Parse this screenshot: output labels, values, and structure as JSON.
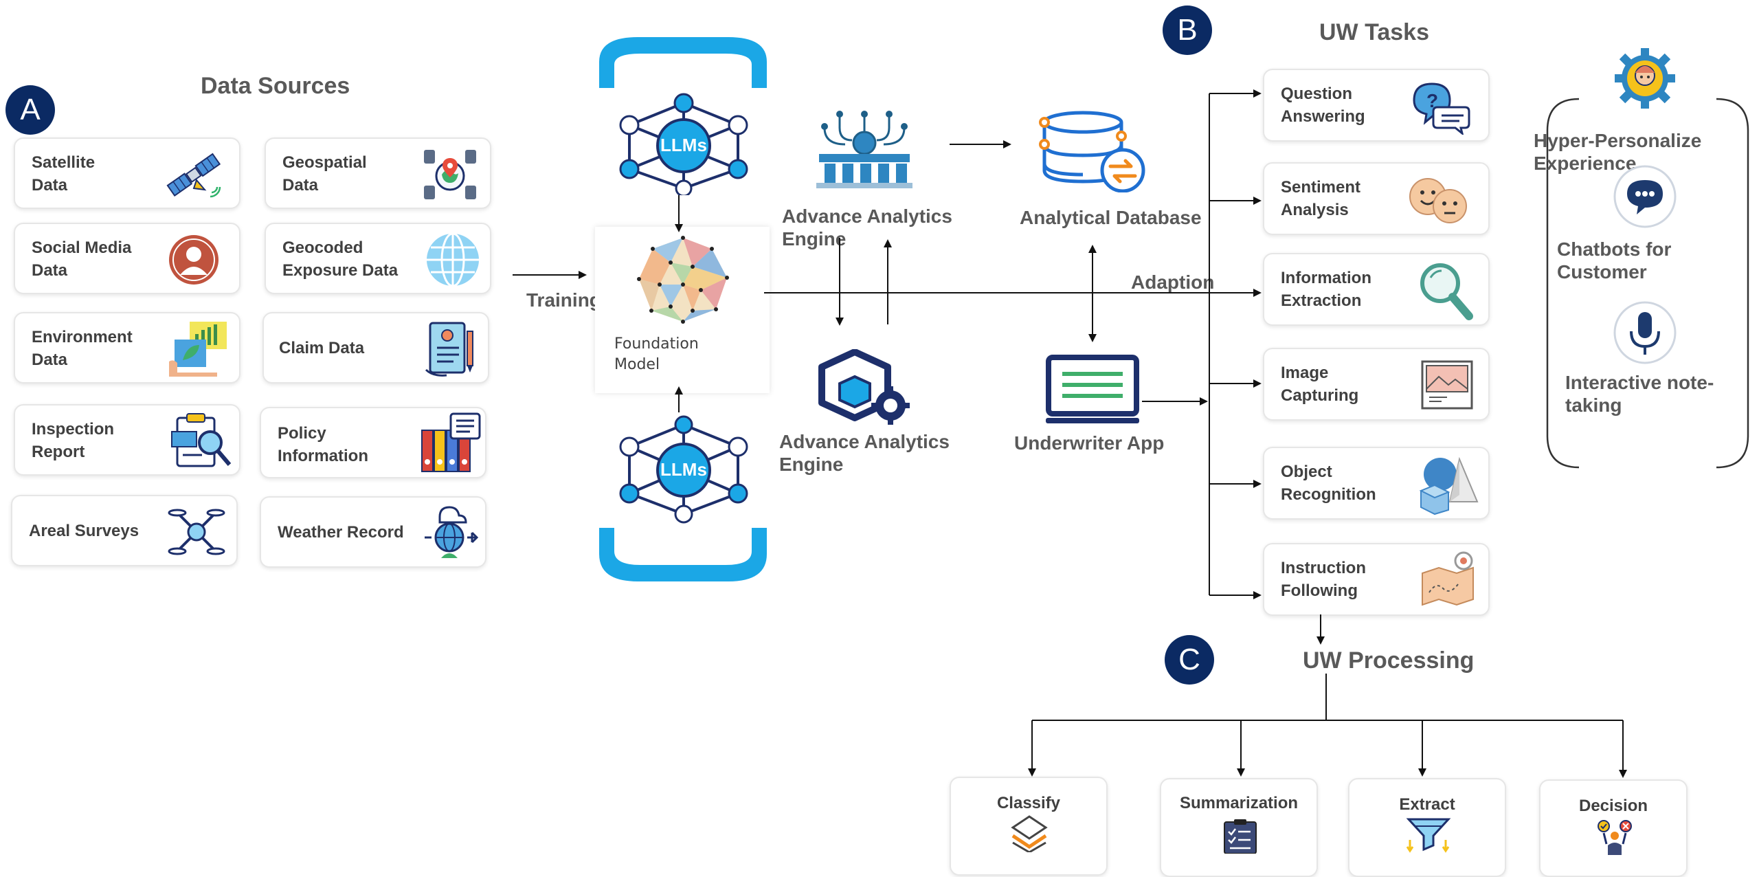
{
  "badges": {
    "a": "A",
    "b": "B",
    "c": "C"
  },
  "data_sources": {
    "title": "Data Sources",
    "items": [
      {
        "label": "Satellite\nData",
        "icon": "satellite-icon"
      },
      {
        "label": "Geospatial\nData",
        "icon": "geospatial-servers-icon"
      },
      {
        "label": "Social Media\nData",
        "icon": "user-avatar-icon"
      },
      {
        "label": "Geocoded\nExposure Data",
        "icon": "globe-icon"
      },
      {
        "label": "Environment\nData",
        "icon": "environment-chart-icon"
      },
      {
        "label": "Claim Data",
        "icon": "claim-document-icon"
      },
      {
        "label": "Inspection\nReport",
        "icon": "inspection-clipboard-icon"
      },
      {
        "label": "Policy\nInformation",
        "icon": "policy-binders-icon"
      },
      {
        "label": "Areal Surveys",
        "icon": "drone-icon"
      },
      {
        "label": "Weather Record",
        "icon": "weather-globe-icon"
      }
    ]
  },
  "center": {
    "training": "Training",
    "llms_top": "LLMs",
    "llms_bottom": "LLMs",
    "foundation_model": "Foundation\nModel",
    "engine_top": "Advance Analytics\nEngine",
    "engine_bottom": "Advance Analytics\nEngine",
    "analytical_db": "Analytical Database",
    "underwriter_app": "Underwriter App",
    "adaption": "Adaption"
  },
  "uw_tasks": {
    "title": "UW Tasks",
    "items": [
      {
        "label": "Question\nAnswering",
        "icon": "question-chat-icon"
      },
      {
        "label": "Sentiment\n Analysis",
        "icon": "emoji-faces-icon"
      },
      {
        "label": "Information\nExtraction",
        "icon": "magnifier-icon"
      },
      {
        "label": "Image\nCapturing",
        "icon": "image-frame-icon"
      },
      {
        "label": "Object\nRecognition",
        "icon": "3d-shapes-icon"
      },
      {
        "label": "Instruction\nFollowing",
        "icon": "map-pin-icon"
      }
    ]
  },
  "experience": {
    "hyper": "Hyper-Personalize\nExperience",
    "chatbots": "Chatbots for\nCustomer",
    "notes": "Interactive note-\ntaking"
  },
  "uw_processing": {
    "title": "UW Processing",
    "items": [
      {
        "label": "Classify",
        "icon": "layers-icon"
      },
      {
        "label": "Summarization",
        "icon": "checklist-icon"
      },
      {
        "label": "Extract",
        "icon": "funnel-icon"
      },
      {
        "label": "Decision",
        "icon": "decision-person-icon"
      }
    ]
  },
  "colors": {
    "badge": "#0b2a63",
    "llm_blue": "#1ba7e6",
    "navy": "#1d2f6b",
    "text": "#404040",
    "title": "#595959"
  }
}
